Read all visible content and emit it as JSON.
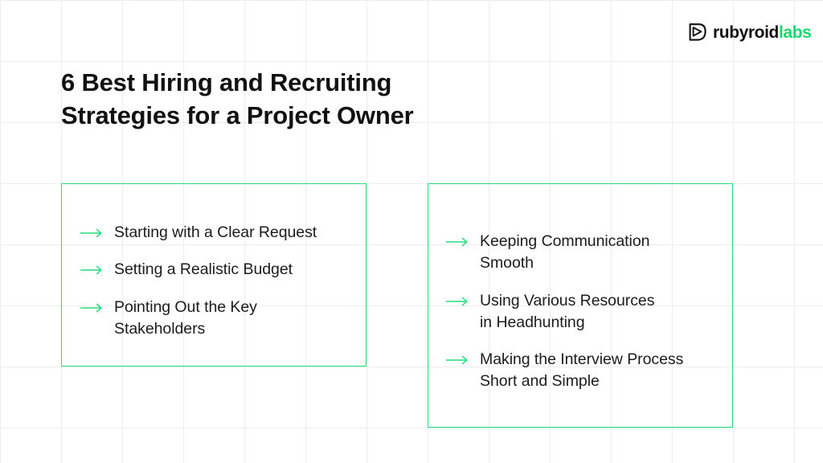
{
  "colors": {
    "accent_green": "#24dd7c",
    "logo_green": "#18d86f",
    "text_dark": "#111111",
    "grid_line": "#ededed",
    "background": "#ffffff"
  },
  "logo": {
    "mark_name": "rubyroid-labs-mark",
    "word_primary": "rubyroid",
    "word_accent": "labs"
  },
  "title": "6 Best Hiring and Recruiting\nStrategies for a Project Owner",
  "cards": [
    {
      "id": "left",
      "items": [
        {
          "icon": "arrow-right-icon",
          "label": "Starting with a Clear Request"
        },
        {
          "icon": "arrow-right-icon",
          "label": "Setting a Realistic Budget"
        },
        {
          "icon": "arrow-right-icon",
          "label": "Pointing Out the Key\nStakeholders"
        }
      ]
    },
    {
      "id": "right",
      "items": [
        {
          "icon": "arrow-right-icon",
          "label": "Keeping Communication\nSmooth"
        },
        {
          "icon": "arrow-right-icon",
          "label": "Using Various Resources\nin Headhunting"
        },
        {
          "icon": "arrow-right-icon",
          "label": "Making the Interview Process\nShort and Simple"
        }
      ]
    }
  ]
}
